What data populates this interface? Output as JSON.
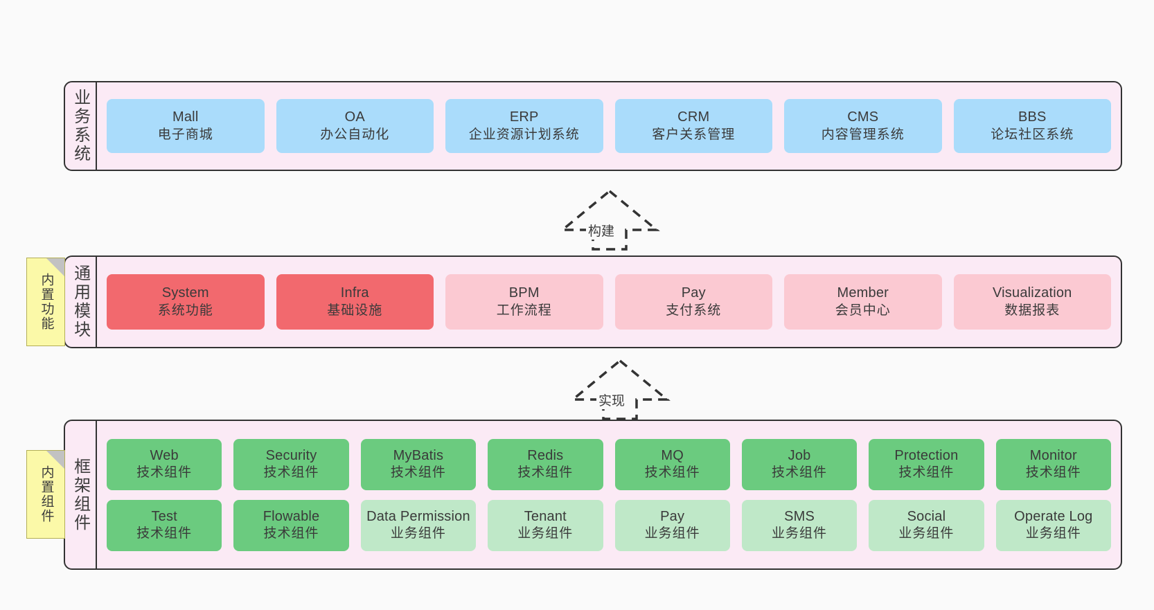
{
  "diagram": {
    "background_color": "#fafafa",
    "accent_colors": {
      "band_fill": "#fbeaf5",
      "band_stroke": "#333333",
      "business": "#aadcfb",
      "module_core": "#f2696e",
      "module_plain": "#fbc9d2",
      "framework_tech": "#6bcb7f",
      "framework_biz": "#bfe8c8",
      "note_fill": "#fbf9a8"
    }
  },
  "bands": {
    "business": {
      "title": "业务系统",
      "nodes": [
        {
          "en": "Mall",
          "cn": "电子商城"
        },
        {
          "en": "OA",
          "cn": "办公自动化"
        },
        {
          "en": "ERP",
          "cn": "企业资源计划系统"
        },
        {
          "en": "CRM",
          "cn": "客户关系管理"
        },
        {
          "en": "CMS",
          "cn": "内容管理系统"
        },
        {
          "en": "BBS",
          "cn": "论坛社区系统"
        }
      ]
    },
    "modules": {
      "title": "通用模块",
      "note": "内置功能",
      "nodes": [
        {
          "en": "System",
          "cn": "系统功能",
          "style": "core"
        },
        {
          "en": "Infra",
          "cn": "基础设施",
          "style": "core"
        },
        {
          "en": "BPM",
          "cn": "工作流程",
          "style": "plain"
        },
        {
          "en": "Pay",
          "cn": "支付系统",
          "style": "plain"
        },
        {
          "en": "Member",
          "cn": "会员中心",
          "style": "plain"
        },
        {
          "en": "Visualization",
          "cn": "数据报表",
          "style": "plain"
        }
      ]
    },
    "framework": {
      "title": "框架组件",
      "note": "内置组件",
      "row1": [
        {
          "en": "Web",
          "cn": "技术组件",
          "style": "tech"
        },
        {
          "en": "Security",
          "cn": "技术组件",
          "style": "tech"
        },
        {
          "en": "MyBatis",
          "cn": "技术组件",
          "style": "tech"
        },
        {
          "en": "Redis",
          "cn": "技术组件",
          "style": "tech"
        },
        {
          "en": "MQ",
          "cn": "技术组件",
          "style": "tech"
        },
        {
          "en": "Job",
          "cn": "技术组件",
          "style": "tech"
        },
        {
          "en": "Protection",
          "cn": "技术组件",
          "style": "tech"
        },
        {
          "en": "Monitor",
          "cn": "技术组件",
          "style": "tech"
        }
      ],
      "row2": [
        {
          "en": "Test",
          "cn": "技术组件",
          "style": "tech"
        },
        {
          "en": "Flowable",
          "cn": "技术组件",
          "style": "tech"
        },
        {
          "en": "Data Permission",
          "cn": "业务组件",
          "style": "biz"
        },
        {
          "en": "Tenant",
          "cn": "业务组件",
          "style": "biz"
        },
        {
          "en": "Pay",
          "cn": "业务组件",
          "style": "biz"
        },
        {
          "en": "SMS",
          "cn": "业务组件",
          "style": "biz"
        },
        {
          "en": "Social",
          "cn": "业务组件",
          "style": "biz"
        },
        {
          "en": "Operate Log",
          "cn": "业务组件",
          "style": "biz"
        }
      ]
    }
  },
  "arrows": {
    "build": {
      "label": "构建",
      "direction": "up"
    },
    "implement": {
      "label": "实现",
      "direction": "up"
    }
  }
}
